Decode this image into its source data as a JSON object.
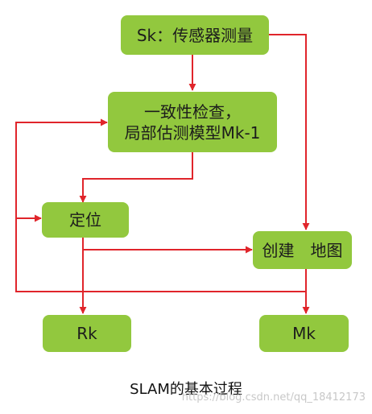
{
  "diagram": {
    "nodes": {
      "sensor": "Sk：传感器测量",
      "consistency_line1": "一致性检查，",
      "consistency_line2": "局部估测模型Mk-1",
      "localization": "定位",
      "mapping": "创建　地图",
      "rk": "Rk",
      "mk": "Mk"
    },
    "caption": "SLAM的基本过程",
    "watermark": "https://blog.csdn.net/qq_18412173"
  },
  "colors": {
    "node_fill": "#92c83e",
    "arrow": "#e0252b",
    "text": "#1c1c1c"
  }
}
